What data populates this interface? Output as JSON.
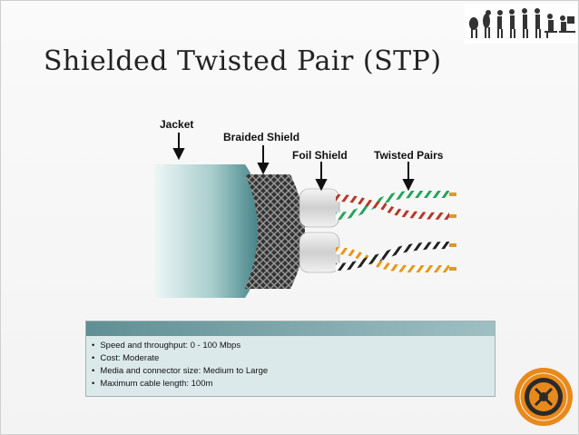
{
  "slide": {
    "title": "Shielded Twisted Pair (STP)"
  },
  "diagram": {
    "labels": {
      "jacket": "Jacket",
      "braided_shield": "Braided Shield",
      "foil_shield": "Foil Shield",
      "twisted_pairs": "Twisted Pairs"
    }
  },
  "specs": {
    "items": [
      "Speed and throughput: 0 - 100 Mbps",
      "Cost: Moderate",
      "Media and connector size:  Medium to Large",
      "Maximum cable length:  100m"
    ]
  },
  "colors": {
    "jacket_light": "#e8f3f2",
    "jacket_dark": "#4f8d90",
    "info_bg": "#dce9ea",
    "seal_orange": "#e8891c"
  }
}
